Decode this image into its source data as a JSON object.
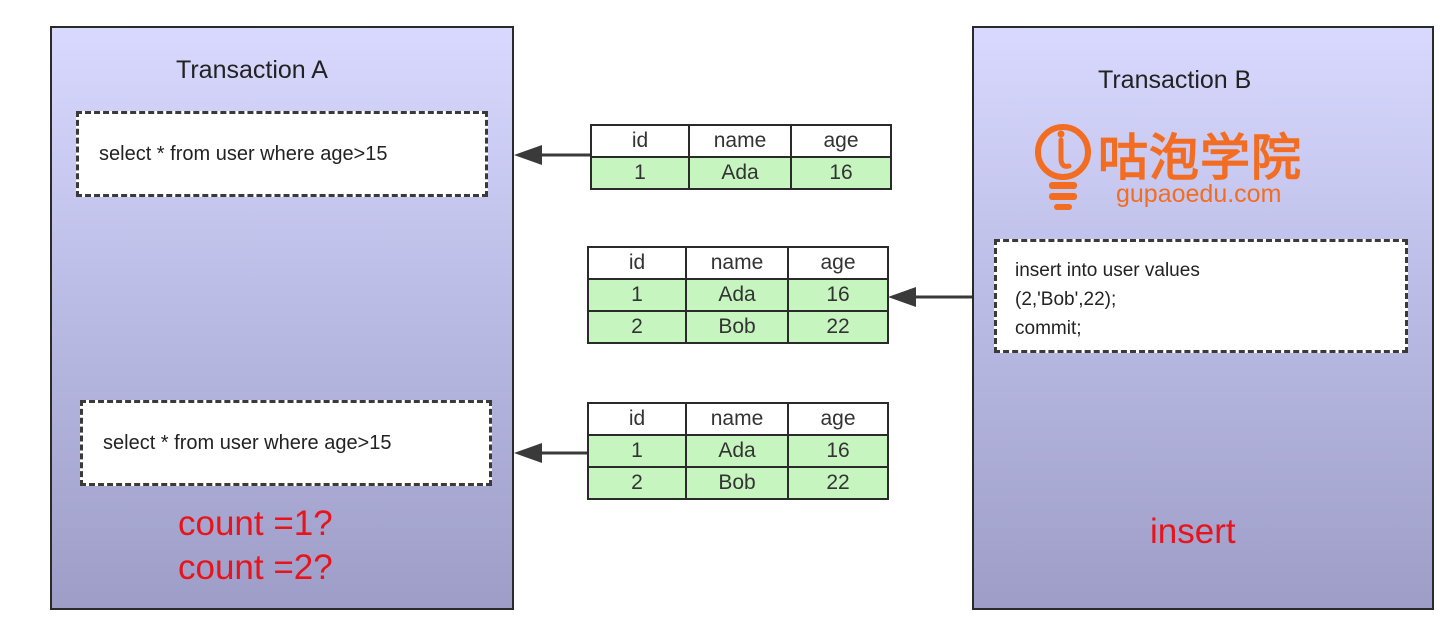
{
  "transaction_a": {
    "title": "Transaction A",
    "query_1": "select * from user where age>15",
    "query_2": "select * from user where age>15",
    "count_1": "count =1?",
    "count_2": "count =2?"
  },
  "transaction_b": {
    "title": "Transaction B",
    "logo_cn": "咕泡学院",
    "logo_en": "gupaoedu.com",
    "statement_lines": [
      "insert into user values",
      "(2,'Bob',22);",
      "commit;"
    ],
    "label": "insert"
  },
  "tables": [
    {
      "headers": [
        "id",
        "name",
        "age"
      ],
      "rows": [
        [
          "1",
          "Ada",
          "16"
        ]
      ]
    },
    {
      "headers": [
        "id",
        "name",
        "age"
      ],
      "rows": [
        [
          "1",
          "Ada",
          "16"
        ],
        [
          "2",
          "Bob",
          "22"
        ]
      ]
    },
    {
      "headers": [
        "id",
        "name",
        "age"
      ],
      "rows": [
        [
          "1",
          "Ada",
          "16"
        ],
        [
          "2",
          "Bob",
          "22"
        ]
      ]
    }
  ],
  "colors": {
    "panel_top": "#d9d9ff",
    "panel_bottom": "#9d9dc8",
    "row_fill": "#c6f5c0",
    "highlight": "#e8141b",
    "logo": "#f26d21"
  }
}
